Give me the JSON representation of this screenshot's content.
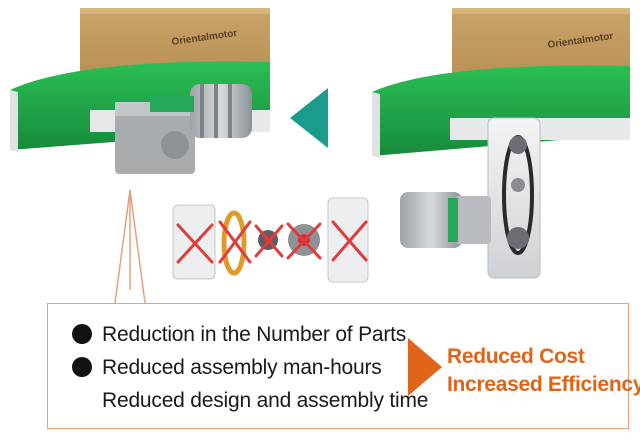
{
  "callout": {
    "bullets": [
      "Reduction in the Number of Parts",
      "Reduced assembly man-hours"
    ],
    "extra_line": "Reduced design and assembly time",
    "result": {
      "line1": "Reduced Cost",
      "line2": "Increased Efficiency"
    }
  },
  "box_labels": {
    "left": "Orientalmotor",
    "right": "Orientalmotor"
  },
  "colors": {
    "belt": "#1fa84a",
    "arrow_teal": "#1a9c8c",
    "arrow_orange": "#e0641a",
    "result_text": "#e06418",
    "cross": "#e03c3c",
    "callout_border": "#e8a07a"
  }
}
